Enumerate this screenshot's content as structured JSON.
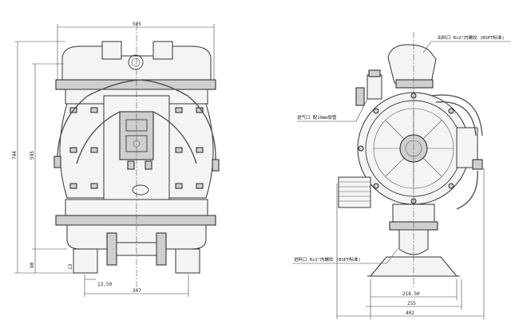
{
  "dimensions": {
    "width_505": "505",
    "height_744": "744",
    "height_595": "595",
    "height_90": "90",
    "offset_13": "13",
    "width_13_50": "13.50",
    "width_307": "307",
    "width_218_50": "218.50",
    "width_255": "255",
    "width_402": "402"
  },
  "labels": {
    "outlet": "出料口 Rc2\"内螺纹 (BSPT标准)",
    "air_inlet": "进气口 配10mm软管",
    "inlet": "进料口 Rc2\"内螺纹 (BSPT标准)"
  }
}
